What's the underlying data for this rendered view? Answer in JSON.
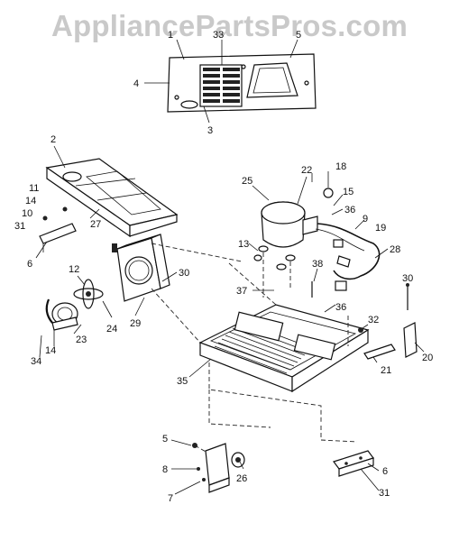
{
  "watermark": "AppliancePartsPros.com",
  "callouts": [
    {
      "id": "c1",
      "text": "1"
    },
    {
      "id": "c33",
      "text": "33"
    },
    {
      "id": "c5top",
      "text": "5"
    },
    {
      "id": "c4",
      "text": "4"
    },
    {
      "id": "c3",
      "text": "3"
    },
    {
      "id": "c2",
      "text": "2"
    },
    {
      "id": "c11",
      "text": "11"
    },
    {
      "id": "c14a",
      "text": "14"
    },
    {
      "id": "c10",
      "text": "10"
    },
    {
      "id": "c31a",
      "text": "31"
    },
    {
      "id": "c27",
      "text": "27"
    },
    {
      "id": "c6a",
      "text": "6"
    },
    {
      "id": "c12",
      "text": "12"
    },
    {
      "id": "c30a",
      "text": "30"
    },
    {
      "id": "c29",
      "text": "29"
    },
    {
      "id": "c24",
      "text": "24"
    },
    {
      "id": "c23",
      "text": "23"
    },
    {
      "id": "c14b",
      "text": "14"
    },
    {
      "id": "c34",
      "text": "34"
    },
    {
      "id": "c25",
      "text": "25"
    },
    {
      "id": "c22",
      "text": "22"
    },
    {
      "id": "c18",
      "text": "18"
    },
    {
      "id": "c15",
      "text": "15"
    },
    {
      "id": "c36a",
      "text": "36"
    },
    {
      "id": "c9",
      "text": "9"
    },
    {
      "id": "c19",
      "text": "19"
    },
    {
      "id": "c13",
      "text": "13"
    },
    {
      "id": "c28",
      "text": "28"
    },
    {
      "id": "c38",
      "text": "38"
    },
    {
      "id": "c37",
      "text": "37"
    },
    {
      "id": "c36b",
      "text": "36"
    },
    {
      "id": "c30b",
      "text": "30"
    },
    {
      "id": "c32",
      "text": "32"
    },
    {
      "id": "c35",
      "text": "35"
    },
    {
      "id": "c21",
      "text": "21"
    },
    {
      "id": "c20",
      "text": "20"
    },
    {
      "id": "c5b",
      "text": "5"
    },
    {
      "id": "c8",
      "text": "8"
    },
    {
      "id": "c7",
      "text": "7"
    },
    {
      "id": "c26",
      "text": "26"
    },
    {
      "id": "c6b",
      "text": "6"
    },
    {
      "id": "c31b",
      "text": "31"
    }
  ]
}
